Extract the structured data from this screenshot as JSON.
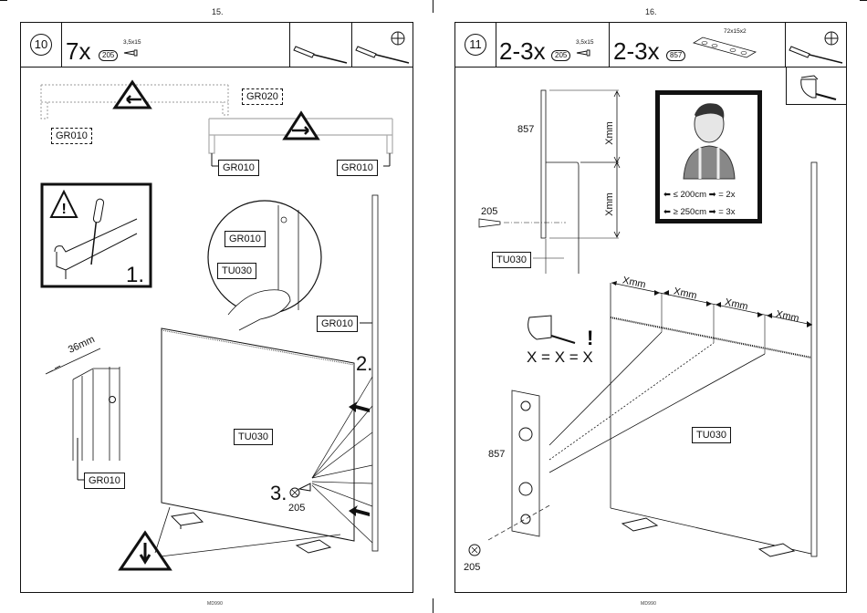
{
  "pages": [
    {
      "page_number": "15.",
      "footer": "MD990",
      "step": "10",
      "header": {
        "quantity": "7x",
        "part": "205",
        "size": "3,5x15",
        "tools": [
          "screwdriver-flat-icon",
          "screwdriver-phillips-icon"
        ]
      },
      "labels": {
        "gr020_dashed": "GR020",
        "gr010_dashed": "GR010",
        "gr010_left": "GR010",
        "gr010_right": "GR010",
        "detail_gr010": "GR010",
        "detail_tu030": "TU030",
        "side_gr010": "GR010",
        "panel_tu030": "TU030",
        "profile_gr010": "GR010"
      },
      "steps": {
        "step1": "1.",
        "step2": "2.",
        "step3": "3."
      },
      "dimension": "36mm",
      "screw_part": "205"
    },
    {
      "page_number": "16.",
      "footer": "MD990",
      "step": "11",
      "header": {
        "quantity_a": "2-3x",
        "part_a": "205",
        "size_a": "3,5x15",
        "quantity_b": "2-3x",
        "part_b": "857",
        "size_b": "72x15x2",
        "tools": [
          "screwdriver-phillips-icon",
          "tape-measure-icon"
        ]
      },
      "labels": {
        "bracket_857_top": "857",
        "screw_205_top": "205",
        "tu030_top": "TU030",
        "xmm_vertical_1": "Xmm",
        "xmm_vertical_2": "Xmm",
        "xmm_h": [
          "Xmm",
          "Xmm",
          "Xmm",
          "Xmm"
        ],
        "equal_rule": "X = X = X",
        "bracket_857_bottom": "857",
        "screw_205_bottom": "205",
        "panel_tu030": "TU030"
      },
      "poster": {
        "row1_text": "≤ 200cm",
        "row1_result": "= 2x",
        "row2_text": "≥ 250cm",
        "row2_result": "= 3x"
      }
    }
  ]
}
